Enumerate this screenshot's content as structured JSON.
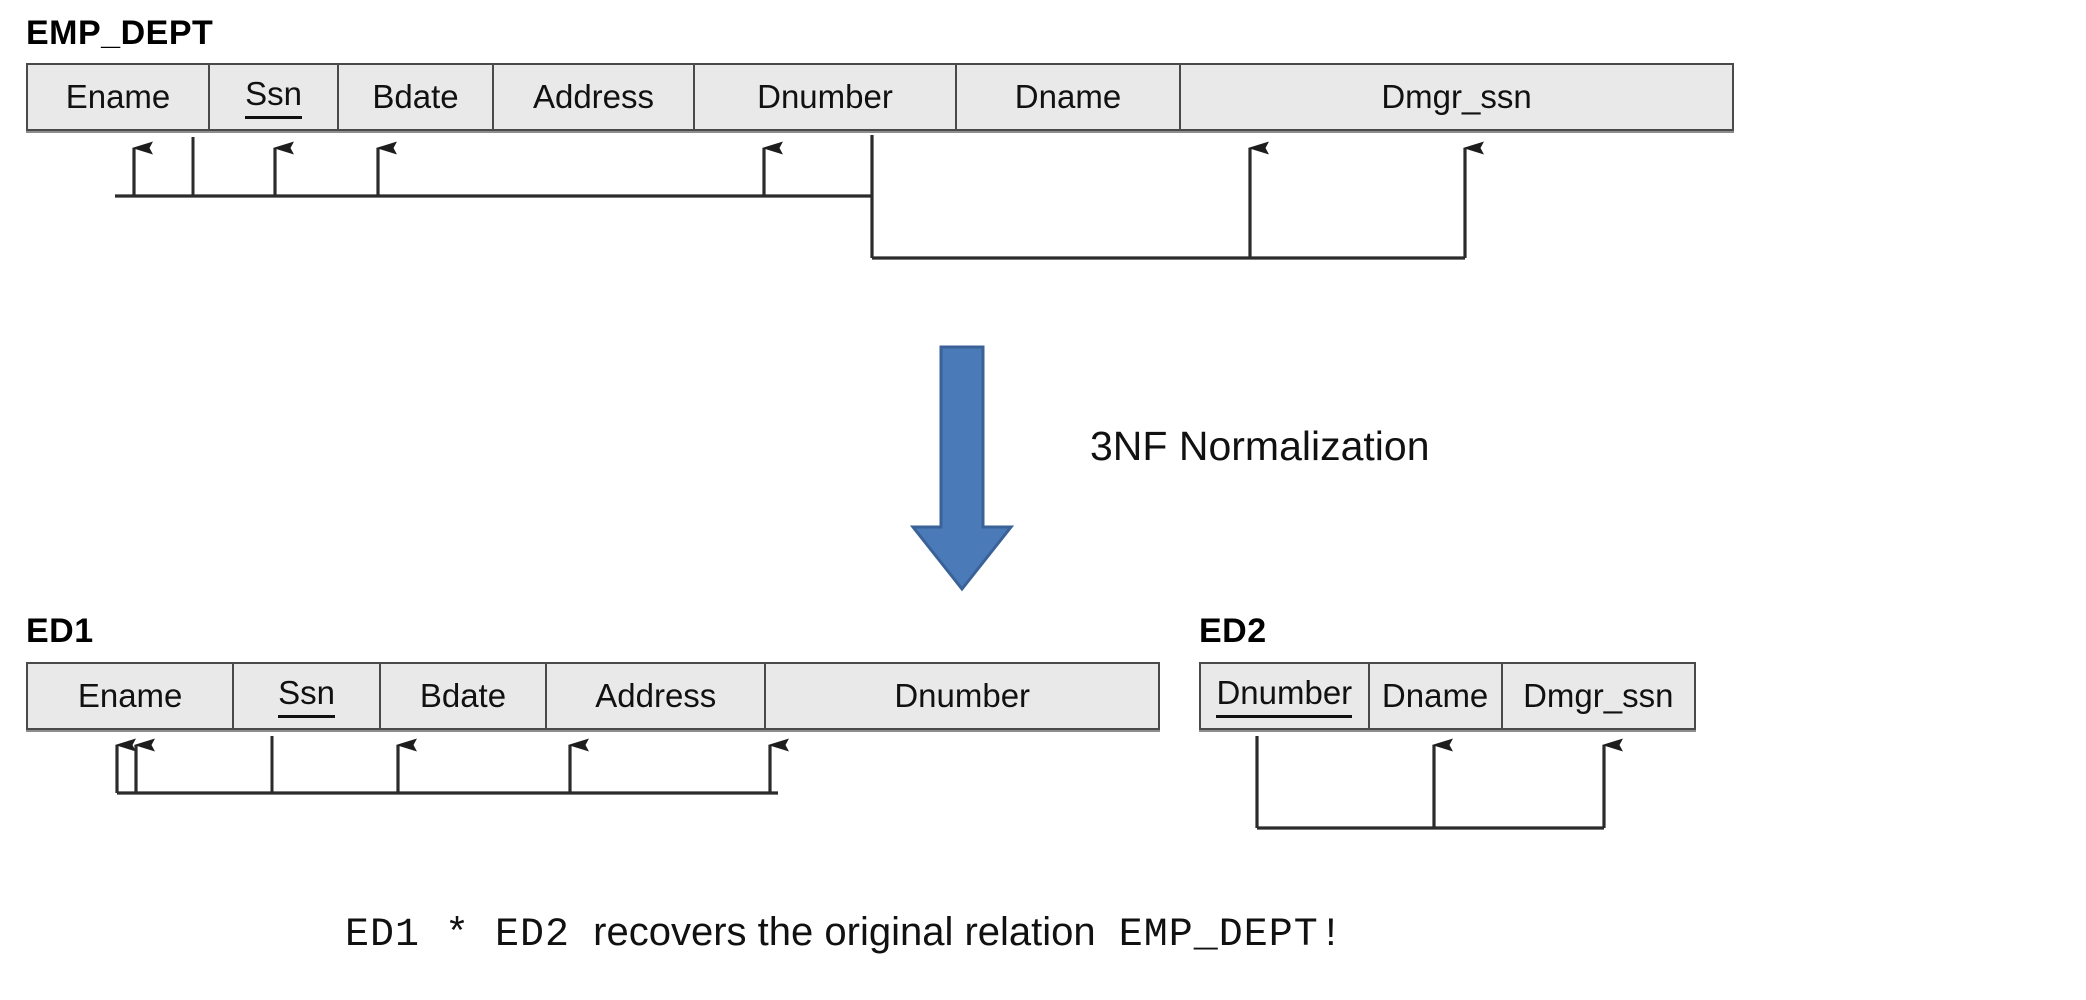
{
  "diagram": {
    "kind": "database-normalization-diagram",
    "colors": {
      "table_fill": "#e9e9e9",
      "table_border": "#4a4a4a",
      "arrow_line": "#2b2b2b",
      "big_arrow_fill": "#4a7ab8",
      "big_arrow_border": "#3a6298",
      "text": "#111111"
    },
    "top": {
      "title": "EMP_DEPT",
      "attributes": [
        {
          "label": "Ename",
          "primary_key": false
        },
        {
          "label": "Ssn",
          "primary_key": true
        },
        {
          "label": "Bdate",
          "primary_key": false
        },
        {
          "label": "Address",
          "primary_key": false
        },
        {
          "label": "Dnumber",
          "primary_key": false
        },
        {
          "label": "Dname",
          "primary_key": false
        },
        {
          "label": "Dmgr_ssn",
          "primary_key": false
        }
      ],
      "dependencies": [
        {
          "name": "fd1",
          "determinant": "Ssn",
          "dependents": [
            "Ename",
            "Bdate",
            "Address",
            "Dnumber"
          ]
        },
        {
          "name": "fd2",
          "determinant": "Dnumber",
          "dependents": [
            "Dname",
            "Dmgr_ssn"
          ]
        }
      ]
    },
    "transform": {
      "label": "3NF Normalization",
      "arrow_icon": "down-arrow-icon"
    },
    "bottom_left": {
      "title": "ED1",
      "attributes": [
        {
          "label": "Ename",
          "primary_key": false
        },
        {
          "label": "Ssn",
          "primary_key": true
        },
        {
          "label": "Bdate",
          "primary_key": false
        },
        {
          "label": "Address",
          "primary_key": false
        },
        {
          "label": "Dnumber",
          "primary_key": false
        }
      ],
      "dependencies": [
        {
          "name": "fd1",
          "determinant": "Ssn",
          "dependents": [
            "Ename",
            "Bdate",
            "Address",
            "Dnumber"
          ]
        }
      ]
    },
    "bottom_right": {
      "title": "ED2",
      "attributes": [
        {
          "label": "Dnumber",
          "primary_key": true
        },
        {
          "label": "Dname",
          "primary_key": false
        },
        {
          "label": "Dmgr_ssn",
          "primary_key": false
        }
      ],
      "dependencies": [
        {
          "name": "fd2",
          "determinant": "Dnumber",
          "dependents": [
            "Dname",
            "Dmgr_ssn"
          ]
        }
      ]
    },
    "caption": {
      "part1": "ED1 * ED2",
      "part2": "recovers the original relation",
      "part3": "EMP_DEPT!"
    }
  }
}
